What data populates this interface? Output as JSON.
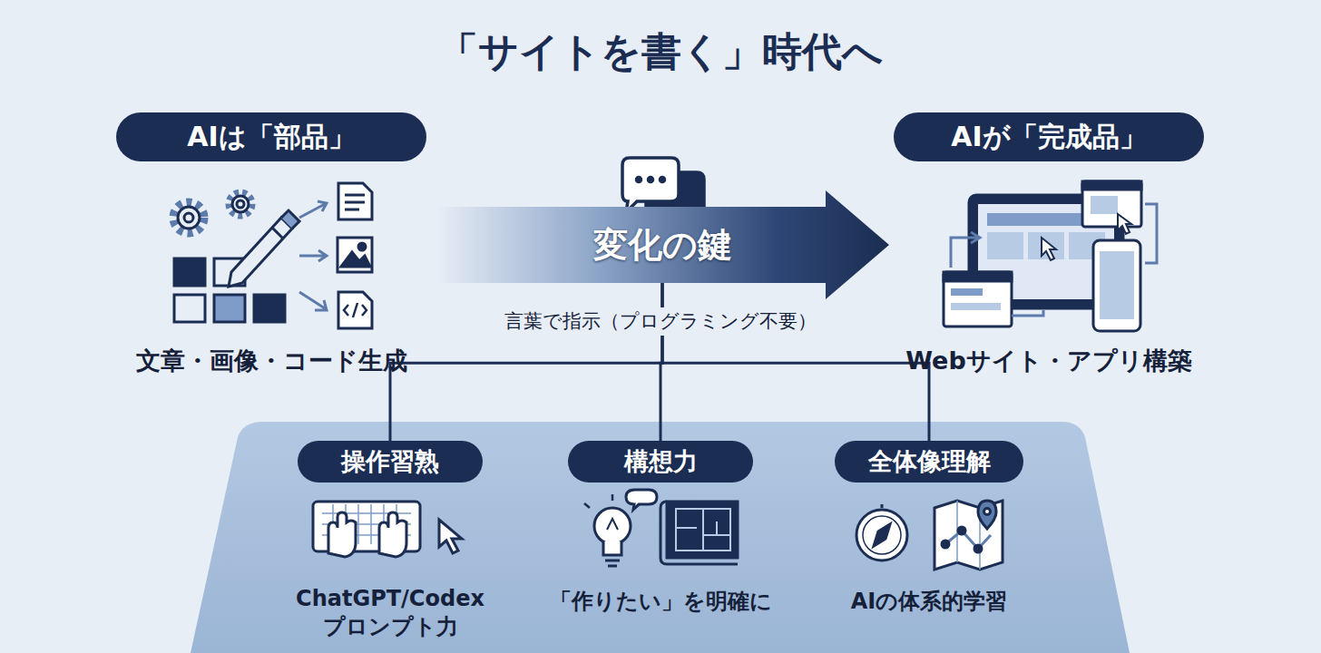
{
  "diagram": {
    "title": "「サイトを書く」時代へ",
    "nodes": [
      {
        "text": [
          "AIは「部品」"
        ]
      },
      {
        "text": [
          "AIが「完成品」"
        ]
      },
      {
        "text": [
          "変化の鍵"
        ]
      },
      {
        "text": [
          "操作習熟"
        ]
      },
      {
        "text": [
          "構想力"
        ]
      },
      {
        "text": [
          "全体像理解"
        ]
      }
    ],
    "edges": [
      {
        "from": 2,
        "to": 3,
        "arrow": "none"
      },
      {
        "from": 2,
        "to": 4,
        "arrow": "none"
      },
      {
        "from": 2,
        "to": 5,
        "arrow": "none"
      }
    ],
    "labels": [
      "文章・画像・コード生成",
      "言葉で指示（プログラミング不要）",
      "Webサイト・アプリ構築",
      "ChatGPT/Codex プロンプト力",
      "「作りたい」を明確に",
      "AIの体系的学習"
    ]
  }
}
